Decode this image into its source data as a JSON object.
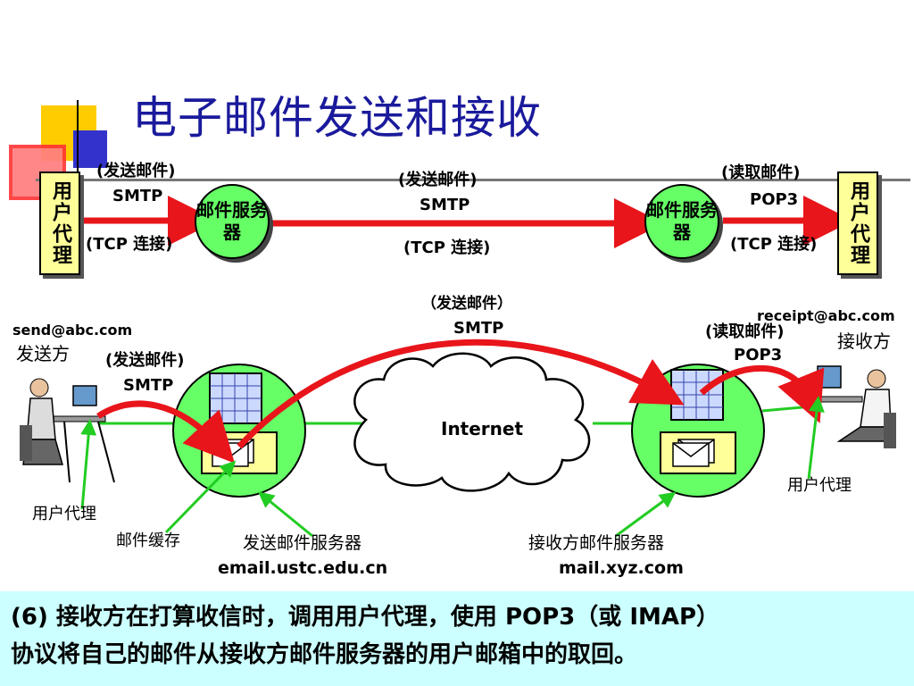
{
  "title": "电子邮件发送和接收",
  "top_row": {
    "ua_left": "用户代理",
    "ua_right": "用户代理",
    "server_left": "邮件服务器",
    "server_right": "邮件服务器",
    "arrow1_top": "(发送邮件)",
    "arrow1_proto": "SMTP",
    "arrow1_bottom": "(TCP 连接)",
    "arrow2_top": "(发送邮件)",
    "arrow2_proto": "SMTP",
    "arrow2_bottom": "(TCP 连接)",
    "arrow3_top": "(读取邮件)",
    "arrow3_proto": "POP3",
    "arrow3_bottom": "(TCP 连接)"
  },
  "bottom_diagram": {
    "sender_addr": "send@abc.com",
    "sender_label": "发送方",
    "receiver_addr": "receipt@abc.com",
    "receiver_label": "接收方",
    "left_send_top": "(发送邮件)",
    "left_send_proto": "SMTP",
    "middle_send_top": "（发送邮件）",
    "middle_send_proto": "SMTP",
    "right_read_top": "(读取邮件)",
    "right_read_proto": "POP3",
    "internet": "Internet",
    "ua_left": "用户代理",
    "ua_right": "用户代理",
    "mail_cache": "邮件缓存",
    "send_server_name": "发送邮件服务器",
    "send_server_host": "email.ustc.edu.cn",
    "recv_server_name": "接收方邮件服务器",
    "recv_server_host": "mail.xyz.com"
  },
  "caption": {
    "line1": "(6) 接收方在打算收信时，调用用户代理，使用 POP3（或 IMAP）",
    "line2": "协议将自己的邮件从接收方邮件服务器的用户邮箱中的取回。"
  },
  "colors": {
    "title": "#1a1a9c",
    "arrow": "#e8151b",
    "server": "#66ff66",
    "ua_box": "#ffff99",
    "caption_bg": "#ccffff",
    "pointer": "#22cc22"
  }
}
